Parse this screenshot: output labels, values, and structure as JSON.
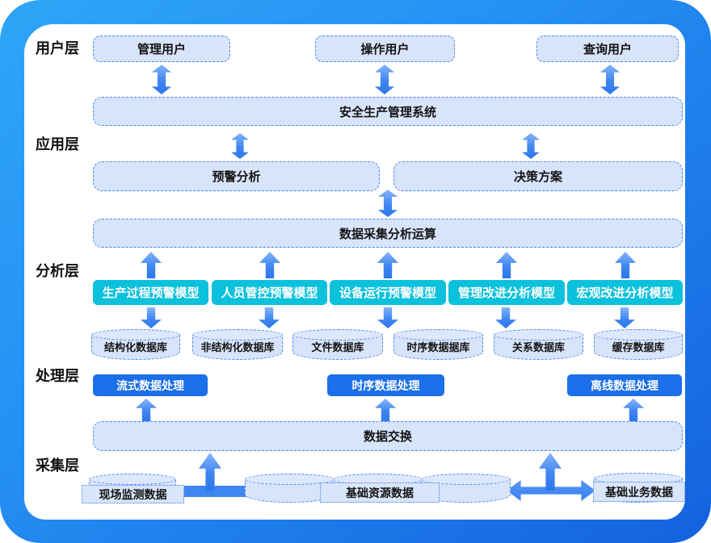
{
  "layers": [
    "用户层",
    "应用层",
    "分析层",
    "处理层",
    "采集层"
  ],
  "users": [
    "管理用户",
    "操作用户",
    "查询用户"
  ],
  "application": {
    "system": "安全生产管理系统",
    "warning": "预警分析",
    "decision": "决策方案"
  },
  "analysis": {
    "compute": "数据采集分析运算",
    "models": [
      "生产过程预警模型",
      "人员管控预警模型",
      "设备运行预警模型",
      "管理改进分析模型",
      "宏观改进分析模型"
    ]
  },
  "databases": [
    "结构化数据库",
    "非结构化数据库",
    "文件数据库",
    "时序数据据库",
    "关系数据库",
    "缓存数据库"
  ],
  "processing": [
    "流式数据处理",
    "时序数据处理",
    "离线数据处理"
  ],
  "exchange": "数据交换",
  "sources": [
    "现场监测数据",
    "基础资源数据",
    "基础业务数据"
  ],
  "colors": {
    "frame_gradient_start": "#2FA5F7",
    "frame_gradient_end": "#1462DE",
    "light_box_fill": "#D8E4FA",
    "dashed_border": "#4A8AF0",
    "model_box_fill": "#0BC1DC",
    "processor_box_fill": "#1B6FE8",
    "arrow_blue": "#3F86F1",
    "text_dark": "#141414"
  }
}
